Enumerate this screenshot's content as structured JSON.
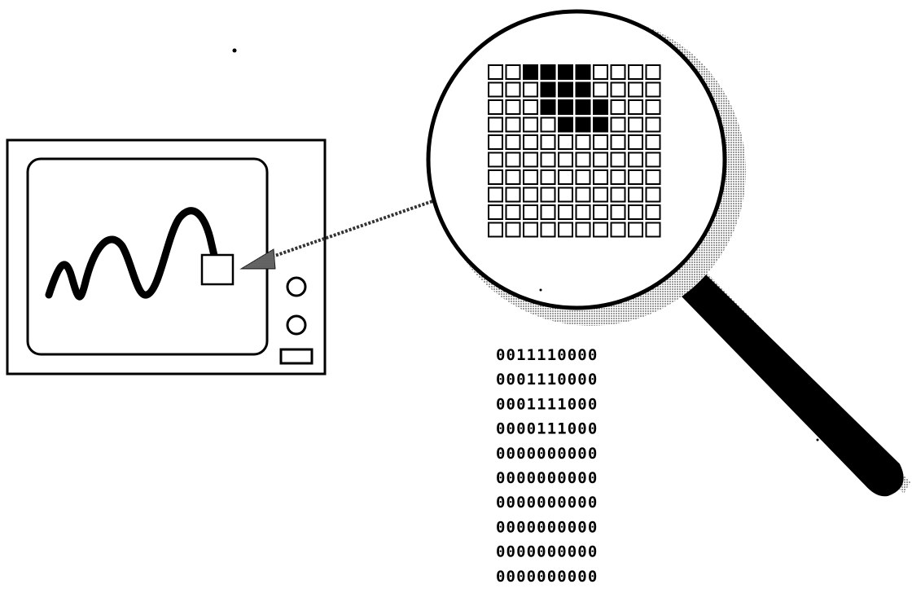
{
  "pixel_grid": [
    "0011110000",
    "0001110000",
    "0001111000",
    "0000111000",
    "0000000000",
    "0000000000",
    "0000000000",
    "0000000000",
    "0000000000",
    "0000000000"
  ],
  "binary_rows": [
    "0011110000",
    "0001110000",
    "0001111000",
    "0000111000",
    "0000000000",
    "0000000000",
    "0000000000",
    "0000000000",
    "0000000000",
    "0000000000"
  ],
  "colors": {
    "ink": "#000000",
    "paper": "#ffffff",
    "shadow": "#555555"
  },
  "icons": {
    "monitor": "monitor-icon",
    "magnifier": "magnifying-glass-icon",
    "signal": "waveform-icon"
  }
}
